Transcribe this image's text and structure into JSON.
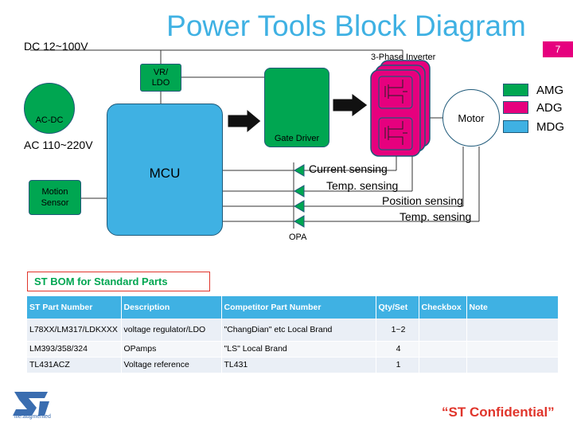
{
  "slide": {
    "title": "Power Tools  Block Diagram",
    "page_number": "7",
    "confidential": "“ST Confidential”",
    "logo_tagline": "life.augmented"
  },
  "diagram": {
    "dc_range": "DC 12~100V",
    "ac_range": "AC 110~220V",
    "ac_dc": "AC-DC",
    "vr_ldo_line1": "VR/",
    "vr_ldo_line2": "LDO",
    "mcu": "MCU",
    "motion_line1": "Motion",
    "motion_line2": "Sensor",
    "gate_driver": "Gate Driver",
    "inverter": "3-Phase Inverter",
    "motor": "Motor",
    "opa": "OPA",
    "sensing": [
      "Current sensing",
      "Temp. sensing",
      "Position sensing",
      "Temp. sensing"
    ]
  },
  "legend": [
    {
      "label": "AMG",
      "color": "#00a651"
    },
    {
      "label": "ADG",
      "color": "#e6007e"
    },
    {
      "label": "MDG",
      "color": "#3fb1e3"
    }
  ],
  "bom": {
    "title": "ST BOM for Standard Parts",
    "headers": [
      "ST Part Number",
      "Description",
      "Competitor Part Number",
      "Qty/Set",
      "Checkbox",
      "Note"
    ],
    "rows": [
      [
        "L78XX/LM317/LDKXXX",
        "voltage regulator/LDO",
        "\"ChangDian\" etc Local Brand",
        "1~2",
        "",
        ""
      ],
      [
        "LM393/358/324",
        "OPamps",
        "\"LS\" Local Brand",
        "4",
        "",
        ""
      ],
      [
        "TL431ACZ",
        "Voltage reference",
        "TL431",
        "1",
        "",
        ""
      ]
    ]
  }
}
